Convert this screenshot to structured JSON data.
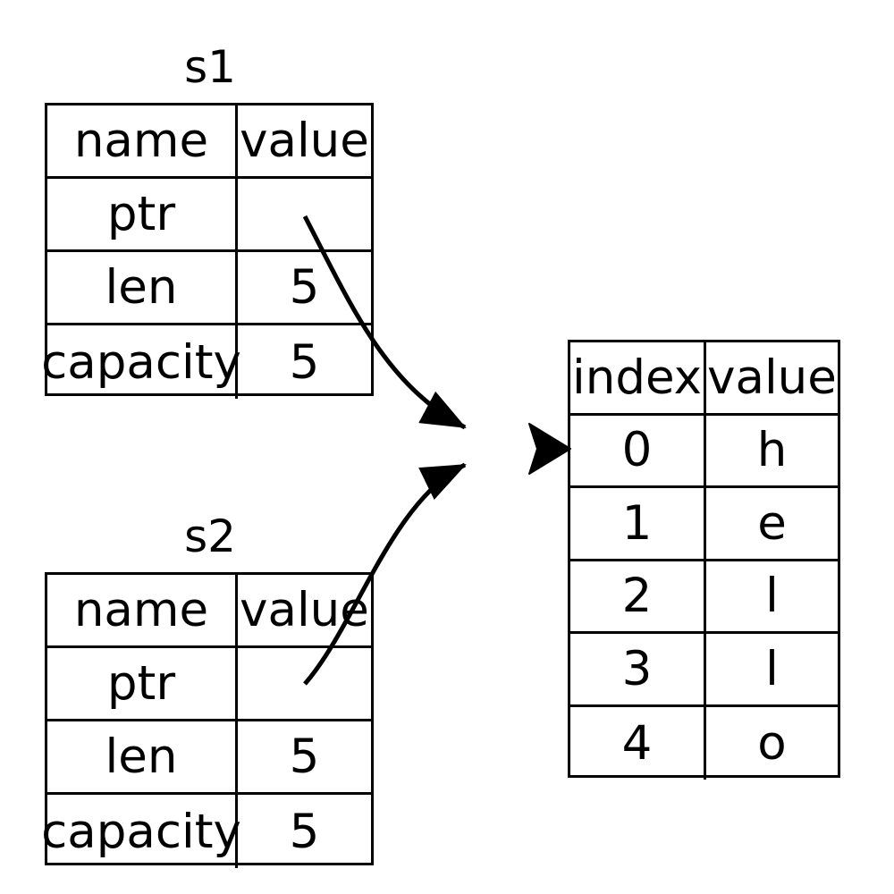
{
  "diagram": {
    "title_s1": "s1",
    "title_s2": "s2",
    "structs": [
      {
        "name": "s1",
        "header": {
          "name": "name",
          "value": "value"
        },
        "rows": [
          {
            "name": "ptr",
            "value": ""
          },
          {
            "name": "len",
            "value": "5"
          },
          {
            "name": "capacity",
            "value": "5"
          }
        ]
      },
      {
        "name": "s2",
        "header": {
          "name": "name",
          "value": "value"
        },
        "rows": [
          {
            "name": "ptr",
            "value": ""
          },
          {
            "name": "len",
            "value": "5"
          },
          {
            "name": "capacity",
            "value": "5"
          }
        ]
      }
    ],
    "buffer": {
      "header": {
        "index": "index",
        "value": "value"
      },
      "rows": [
        {
          "index": "0",
          "value": "h"
        },
        {
          "index": "1",
          "value": "e"
        },
        {
          "index": "2",
          "value": "l"
        },
        {
          "index": "3",
          "value": "l"
        },
        {
          "index": "4",
          "value": "o"
        }
      ]
    },
    "pointers": [
      {
        "from": "s1.ptr",
        "to": "buffer.index.0"
      },
      {
        "from": "s2.ptr",
        "to": "buffer.index.0"
      }
    ],
    "colors": {
      "stroke": "#000000",
      "background": "#ffffff"
    }
  }
}
